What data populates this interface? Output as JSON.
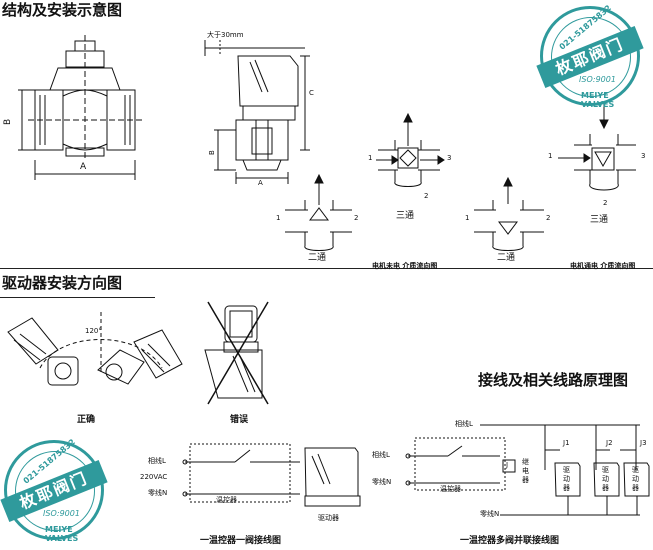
{
  "sections": {
    "structure_title": "结构及安装示意图",
    "actuator_title": "驱动器安装方向图",
    "wiring_title": "接线及相关线路原理图"
  },
  "structure": {
    "dim_a": "A",
    "dim_b": "B",
    "dim_a2": "A",
    "dim_b2": "B",
    "dim_c": "C",
    "clearance": "大于30mm",
    "two_way": "二通",
    "two_way_2": "二通",
    "three_way": "三通",
    "three_way_2": "三通",
    "port_1a": "1",
    "port_2a": "2",
    "port_1b": "1",
    "port_2b": "2",
    "port_3b": "3",
    "port_1c": "1",
    "port_2c": "2",
    "port_1d": "1",
    "port_2d": "2",
    "port_3d": "3",
    "note_off": "电机未电 介质流向图",
    "note_on": "电机通电 介质流向图"
  },
  "actuator": {
    "angle": "120°",
    "correct": "正确",
    "wrong": "错误"
  },
  "wiring": {
    "live": "相线L",
    "voltage": "220VAC",
    "neutral": "零线N",
    "thermostat": "温控器",
    "driver": "驱动器",
    "caption_single": "一温控器一阀接线图",
    "live_multi": "相线L",
    "live2": "相线L",
    "neutral2": "零线N",
    "thermostat2": "温控器",
    "neutral_bottom": "零线N",
    "relay": "J",
    "relay_coil": "继电器",
    "j1": "J1",
    "j2": "J2",
    "j3": "J3",
    "driver_a": "驱动器",
    "driver_b": "驱动器",
    "driver_c": "驱动器",
    "caption_multi": "一温控器多阀并联接线图"
  },
  "stamps": {
    "brand": "枚耶阀门",
    "phone": "021-51875832",
    "iso": "ISO:9001",
    "en": "MEIYE VALVES"
  },
  "colors": {
    "stamp": "#2f9a9c"
  }
}
